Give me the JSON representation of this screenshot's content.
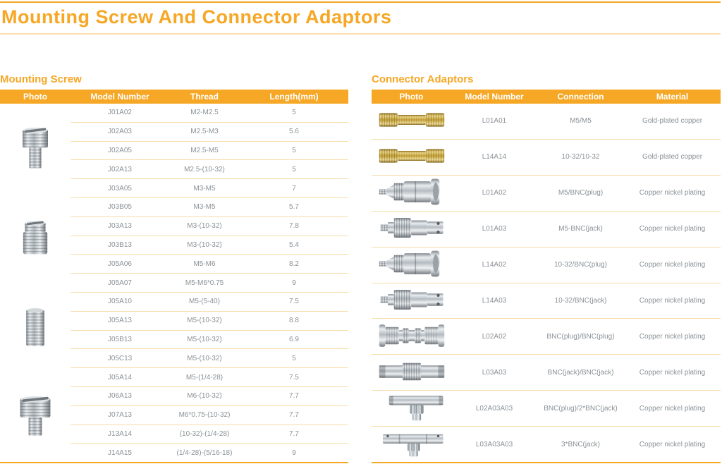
{
  "page": {
    "title": "Mounting Screw And Connector Adaptors",
    "colors": {
      "accent": "#F6A725",
      "divider": "#F7DCA8",
      "title_rule": "#FBDFAE",
      "body_text": "#8B9196",
      "header_text": "#FFFFFF"
    }
  },
  "mounting_screw": {
    "section_title": "Mounting Screw",
    "columns": [
      "Photo",
      "Model Number",
      "Thread",
      "Length(mm)"
    ],
    "photos": [
      "slotted-screw-long-shank",
      "slotted-screw-short",
      "threaded-stud",
      "slotted-screw-wide-head"
    ],
    "rows": [
      {
        "model": "J01A02",
        "thread": "M2-M2.5",
        "length": "5"
      },
      {
        "model": "J02A03",
        "thread": "M2.5-M3",
        "length": "5.6"
      },
      {
        "model": "J02A05",
        "thread": "M2.5-M5",
        "length": "5"
      },
      {
        "model": "J02A13",
        "thread": "M2.5-(10-32)",
        "length": "5"
      },
      {
        "model": "J03A05",
        "thread": "M3-M5",
        "length": "7"
      },
      {
        "model": "J03B05",
        "thread": "M3-M5",
        "length": "5.7"
      },
      {
        "model": "J03A13",
        "thread": "M3-(10-32)",
        "length": "7.8"
      },
      {
        "model": "J03B13",
        "thread": "M3-(10-32)",
        "length": "5.4"
      },
      {
        "model": "J05A06",
        "thread": "M5-M6",
        "length": "8.2"
      },
      {
        "model": "J05A07",
        "thread": "M5-M6*0.75",
        "length": "9"
      },
      {
        "model": "J05A10",
        "thread": "M5-(5-40)",
        "length": "7.5"
      },
      {
        "model": "J05A13",
        "thread": "M5-(10-32)",
        "length": "8.8"
      },
      {
        "model": "J05B13",
        "thread": "M5-(10-32)",
        "length": "6.9"
      },
      {
        "model": "J05C13",
        "thread": "M5-(10-32)",
        "length": "5"
      },
      {
        "model": "J05A14",
        "thread": "M5-(1/4-28)",
        "length": "7.5"
      },
      {
        "model": "J06A13",
        "thread": "M6-(10-32)",
        "length": "7.7"
      },
      {
        "model": "J07A13",
        "thread": "M6*0.75-(10-32)",
        "length": "7.7"
      },
      {
        "model": "J13A14",
        "thread": "(10-32)-(1/4-28)",
        "length": "7.7"
      },
      {
        "model": "J14A15",
        "thread": "(1/4-28)-(5/16-18)",
        "length": "9"
      }
    ]
  },
  "connector_adaptors": {
    "section_title": "Connector Adaptors",
    "columns": [
      "Photo",
      "Model Number",
      "Connection",
      "Material"
    ],
    "rows": [
      {
        "photo": "gold-hex-coupler",
        "model": "L01A01",
        "connection": "M5/M5",
        "material": "Gold-plated copper"
      },
      {
        "photo": "gold-hex-coupler",
        "model": "L14A14",
        "connection": "10-32/10-32",
        "material": "Gold-plated copper"
      },
      {
        "photo": "bnc-plug-adaptor",
        "model": "L01A02",
        "connection": "M5/BNC(plug)",
        "material": "Copper nickel plating"
      },
      {
        "photo": "bnc-jack-adaptor",
        "model": "L01A03",
        "connection": "M5-BNC(jack)",
        "material": "Copper nickel plating"
      },
      {
        "photo": "bnc-plug-adaptor",
        "model": "L14A02",
        "connection": "10-32/BNC(plug)",
        "material": "Copper nickel plating"
      },
      {
        "photo": "bnc-jack-adaptor",
        "model": "L14A03",
        "connection": "10-32/BNC(jack)",
        "material": "Copper nickel plating"
      },
      {
        "photo": "bnc-double-plug",
        "model": "L02A02",
        "connection": "BNC(plug)/BNC(plug)",
        "material": "Copper nickel plating"
      },
      {
        "photo": "bnc-barrel-coupler",
        "model": "L03A03",
        "connection": "BNC(jack)/BNC(jack)",
        "material": "Copper nickel plating"
      },
      {
        "photo": "bnc-tee-plug-adaptor",
        "model": "L02A03A03",
        "connection": "BNC(plug)/2*BNC(jack)",
        "material": "Copper nickel plating"
      },
      {
        "photo": "bnc-tee-jack-adaptor",
        "model": "L03A03A03",
        "connection": "3*BNC(jack)",
        "material": "Copper nickel plating"
      }
    ]
  }
}
